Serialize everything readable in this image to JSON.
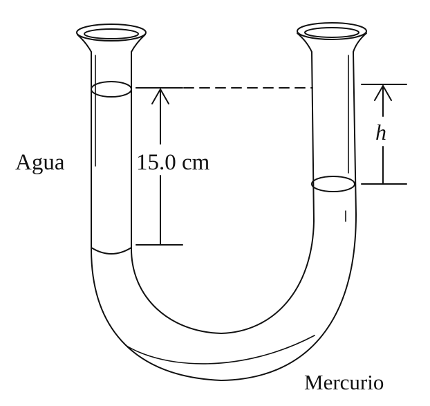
{
  "labels": {
    "water": "Agua",
    "mercury": "Mercurio",
    "height_dimension": "15.0 cm",
    "h": "h"
  },
  "colors": {
    "line": "#111111",
    "background": "#ffffff"
  }
}
